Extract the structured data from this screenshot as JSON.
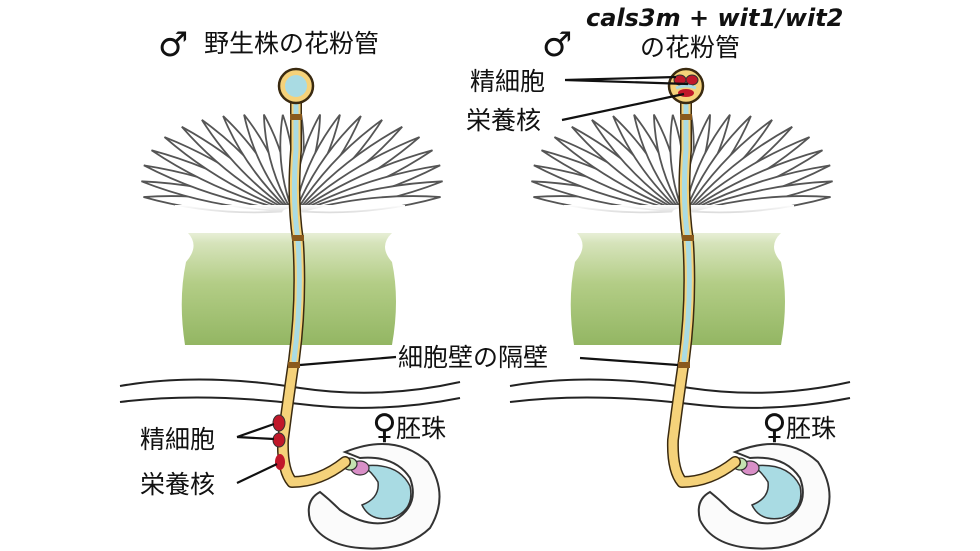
{
  "left_panel": {
    "male_symbol": "♂",
    "title": "野生株の花粉管",
    "label_sperm": "精細胞",
    "label_vegetative": "栄養核",
    "label_ovule_symbol": "♀",
    "label_ovule": "胚珠"
  },
  "right_panel": {
    "male_symbol": "♂",
    "title_line1": "cals3m + wit1/wit2",
    "title_line2": "の花粉管",
    "label_sperm": "精細胞",
    "label_vegetative": "栄養核",
    "label_ovule_symbol": "♀",
    "label_ovule": "胚珠"
  },
  "shared_label_septum": "細胞壁の隔壁",
  "colors": {
    "tube_yellow": "#f5d27a",
    "tube_blue": "#a9dbe3",
    "style_green": "#9cbf6a",
    "plug_brown": "#8a5a1c",
    "sperm_red": "#c0182a",
    "nucleus_pink": "#d98fc7",
    "embryo_sac_blue": "#a9dbe3"
  }
}
